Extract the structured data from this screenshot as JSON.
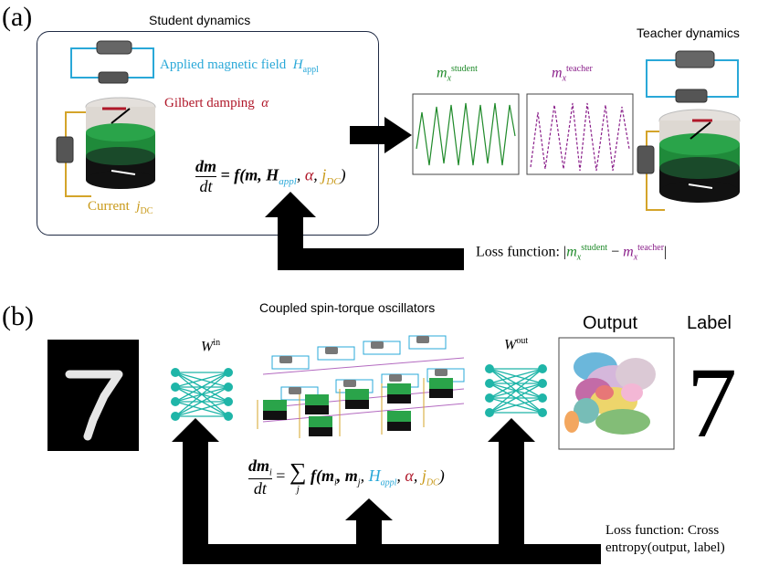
{
  "panel_a": {
    "label": "(a)",
    "student_title": "Student dynamics",
    "teacher_title": "Teacher dynamics",
    "applied_field_text": "Applied magnetic field",
    "applied_field_symbol": "H",
    "applied_field_sub": "appl",
    "damping_text": "Gilbert damping",
    "damping_symbol": "α",
    "current_text": "Current",
    "current_symbol": "j",
    "current_sub": "DC",
    "eq_lhs_num": "dm",
    "eq_lhs_den": "dt",
    "eq_rhs": "= f(m, H",
    "eq_rhs_sub": "appl",
    "eq_rhs_tail_alpha": "α",
    "eq_rhs_tail_j": "j",
    "eq_rhs_tail_sub": "DC",
    "plot_student_label": "m",
    "plot_student_sub": "x",
    "plot_student_sup": "student",
    "plot_teacher_label": "m",
    "plot_teacher_sub": "x",
    "plot_teacher_sup": "teacher",
    "loss_prefix": "Loss function: |",
    "loss_m1": "m",
    "loss_m1_sub": "x",
    "loss_m1_sup": "student",
    "loss_minus": " − ",
    "loss_m2": "m",
    "loss_m2_sub": "x",
    "loss_m2_sup": "teacher",
    "loss_suffix": "|"
  },
  "panel_b": {
    "label": "(b)",
    "coupled_title": "Coupled spin-torque oscillators",
    "w_in": "W",
    "w_in_sup": "in",
    "w_out": "W",
    "w_out_sup": "out",
    "output_label": "Output",
    "label_label": "Label",
    "label_value": "7",
    "eq_lhs_num": "dm",
    "eq_lhs_num_sub": "i",
    "eq_lhs_den": "dt",
    "eq_eq": "=",
    "eq_sum": "∑",
    "eq_sum_sub": "j",
    "eq_f": "f(m",
    "eq_f_sub1": "i",
    "eq_m2": ", m",
    "eq_m2_sub": "j",
    "eq_h": "H",
    "eq_h_sub": "appl",
    "eq_alpha": "α",
    "eq_j": "j",
    "eq_j_sub": "DC",
    "loss_line1": "Loss function: Cross",
    "loss_line2": "entropy(output, label)"
  },
  "colors": {
    "cyan": "#29a8d8",
    "red": "#b0182a",
    "gold": "#c99a1a",
    "green": "#1f8a2a",
    "purple": "#8a1f8a",
    "teal": "#1fb5a8"
  }
}
